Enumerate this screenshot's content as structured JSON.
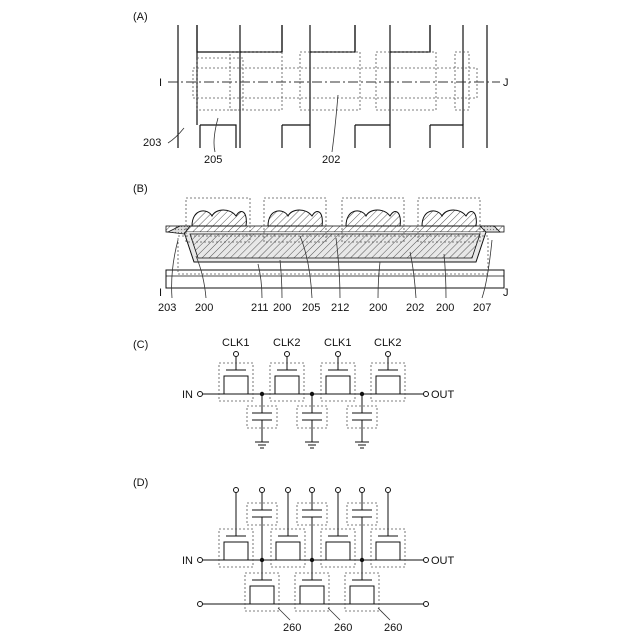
{
  "panels": {
    "a": "(A)",
    "b": "(B)",
    "c": "(C)",
    "d": "(D)"
  },
  "panel_a": {
    "label_left": "I",
    "label_right": "J",
    "ref_203": "203",
    "ref_205": "205",
    "ref_202": "202"
  },
  "panel_b": {
    "label_left": "I",
    "label_right": "J",
    "refs": [
      "203",
      "200",
      "211",
      "200",
      "205",
      "212",
      "200",
      "202",
      "200",
      "207"
    ]
  },
  "panel_c": {
    "clocks": [
      "CLK1",
      "CLK2",
      "CLK1",
      "CLK2"
    ],
    "in_label": "IN",
    "out_label": "OUT"
  },
  "panel_d": {
    "in_label": "IN",
    "out_label": "OUT",
    "refs": [
      "260",
      "260",
      "260"
    ]
  }
}
